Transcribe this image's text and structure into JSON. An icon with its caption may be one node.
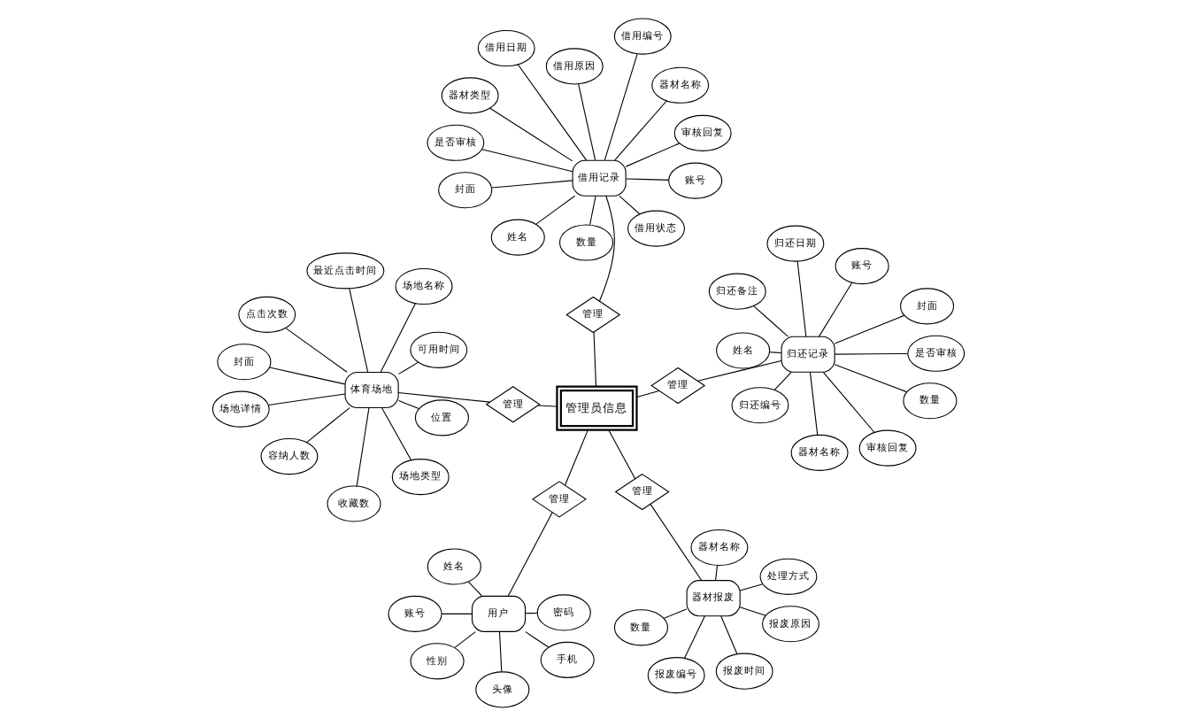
{
  "diagram": {
    "nodes": [
      {
        "text": [
          "管理员信息"
        ]
      },
      {
        "text": [
          "用户"
        ]
      },
      {
        "text": [
          "管理"
        ]
      },
      {
        "text": [
          "姓名"
        ]
      },
      {
        "text": [
          "密码"
        ]
      },
      {
        "text": [
          "账号"
        ]
      },
      {
        "text": [
          "性别"
        ]
      },
      {
        "text": [
          "手机"
        ]
      },
      {
        "text": [
          "头像"
        ]
      },
      {
        "text": [
          "器材报废"
        ]
      },
      {
        "text": [
          "管理"
        ]
      },
      {
        "text": [
          "数量"
        ]
      },
      {
        "text": [
          "报废原因"
        ]
      },
      {
        "text": [
          "处理方式"
        ]
      },
      {
        "text": [
          "器材名称"
        ]
      },
      {
        "text": [
          "报废编号"
        ]
      },
      {
        "text": [
          "报废时间"
        ]
      },
      {
        "text": [
          "借用记录"
        ]
      },
      {
        "text": [
          "管理"
        ]
      },
      {
        "text": [
          "器材类型"
        ]
      },
      {
        "text": [
          "数量"
        ]
      },
      {
        "text": [
          "封面"
        ]
      },
      {
        "text": [
          "器材名称"
        ]
      },
      {
        "text": [
          "借用编号"
        ]
      },
      {
        "text": [
          "借用日期"
        ]
      },
      {
        "text": [
          "借用状态"
        ]
      },
      {
        "text": [
          "审核回复"
        ]
      },
      {
        "text": [
          "是否审核"
        ]
      },
      {
        "text": [
          "姓名"
        ]
      },
      {
        "text": [
          "账号"
        ]
      },
      {
        "text": [
          "借用原因"
        ]
      },
      {
        "text": [
          "体育场地"
        ]
      },
      {
        "text": [
          "管理"
        ]
      },
      {
        "text": [
          "封面"
        ]
      },
      {
        "text": [
          "位置"
        ]
      },
      {
        "text": [
          "场地类型"
        ]
      },
      {
        "text": [
          "可用时间"
        ]
      },
      {
        "text": [
          "场地名称"
        ]
      },
      {
        "text": [
          "容纳人数"
        ]
      },
      {
        "text": [
          "场地详情"
        ]
      },
      {
        "text": [
          "最近点击时间"
        ]
      },
      {
        "text": [
          "点击次数"
        ]
      },
      {
        "text": [
          "收藏数"
        ]
      },
      {
        "text": [
          "归还记录"
        ]
      },
      {
        "text": [
          "管理"
        ]
      },
      {
        "text": [
          "归还编号"
        ]
      },
      {
        "text": [
          "审核回复"
        ]
      },
      {
        "text": [
          "器材名称"
        ]
      },
      {
        "text": [
          "是否审核"
        ]
      },
      {
        "text": [
          "数量"
        ]
      },
      {
        "text": [
          "姓名"
        ]
      },
      {
        "text": [
          "封面"
        ]
      },
      {
        "text": [
          "归还日期"
        ]
      },
      {
        "text": [
          "归还备注"
        ]
      },
      {
        "text": [
          "账号"
        ]
      }
    ],
    "edges": [
      {
        "from": 1,
        "to": 2,
        "arrow": "none"
      },
      {
        "from": 2,
        "to": 0,
        "arrow": "none"
      },
      {
        "from": 1,
        "to": 3,
        "arrow": "none"
      },
      {
        "from": 1,
        "to": 4,
        "arrow": "none"
      },
      {
        "from": 1,
        "to": 5,
        "arrow": "none"
      },
      {
        "from": 1,
        "to": 6,
        "arrow": "none"
      },
      {
        "from": 1,
        "to": 7,
        "arrow": "none"
      },
      {
        "from": 1,
        "to": 8,
        "arrow": "none"
      },
      {
        "from": 9,
        "to": 10,
        "arrow": "none"
      },
      {
        "from": 10,
        "to": 0,
        "arrow": "none"
      },
      {
        "from": 9,
        "to": 11,
        "arrow": "none"
      },
      {
        "from": 9,
        "to": 12,
        "arrow": "none"
      },
      {
        "from": 9,
        "to": 13,
        "arrow": "none"
      },
      {
        "from": 9,
        "to": 14,
        "arrow": "none"
      },
      {
        "from": 9,
        "to": 15,
        "arrow": "none"
      },
      {
        "from": 9,
        "to": 16,
        "arrow": "none"
      },
      {
        "from": 0,
        "to": 18,
        "arrow": "none"
      },
      {
        "from": 18,
        "to": 17,
        "arrow": "none"
      },
      {
        "from": 17,
        "to": 19,
        "arrow": "none"
      },
      {
        "from": 17,
        "to": 20,
        "arrow": "none"
      },
      {
        "from": 17,
        "to": 21,
        "arrow": "none"
      },
      {
        "from": 17,
        "to": 22,
        "arrow": "none"
      },
      {
        "from": 17,
        "to": 23,
        "arrow": "none"
      },
      {
        "from": 17,
        "to": 24,
        "arrow": "none"
      },
      {
        "from": 17,
        "to": 25,
        "arrow": "none"
      },
      {
        "from": 17,
        "to": 26,
        "arrow": "none"
      },
      {
        "from": 17,
        "to": 27,
        "arrow": "none"
      },
      {
        "from": 17,
        "to": 28,
        "arrow": "none"
      },
      {
        "from": 17,
        "to": 29,
        "arrow": "none"
      },
      {
        "from": 17,
        "to": 30,
        "arrow": "none"
      },
      {
        "from": 31,
        "to": 32,
        "arrow": "none"
      },
      {
        "from": 32,
        "to": 0,
        "arrow": "none"
      },
      {
        "from": 31,
        "to": 33,
        "arrow": "none"
      },
      {
        "from": 31,
        "to": 34,
        "arrow": "none"
      },
      {
        "from": 31,
        "to": 35,
        "arrow": "none"
      },
      {
        "from": 31,
        "to": 36,
        "arrow": "none"
      },
      {
        "from": 31,
        "to": 37,
        "arrow": "none"
      },
      {
        "from": 31,
        "to": 38,
        "arrow": "none"
      },
      {
        "from": 31,
        "to": 39,
        "arrow": "none"
      },
      {
        "from": 31,
        "to": 40,
        "arrow": "none"
      },
      {
        "from": 31,
        "to": 41,
        "arrow": "none"
      },
      {
        "from": 31,
        "to": 42,
        "arrow": "none"
      },
      {
        "from": 0,
        "to": 44,
        "arrow": "none"
      },
      {
        "from": 44,
        "to": 43,
        "arrow": "none"
      },
      {
        "from": 43,
        "to": 45,
        "arrow": "none"
      },
      {
        "from": 43,
        "to": 46,
        "arrow": "none"
      },
      {
        "from": 43,
        "to": 47,
        "arrow": "none"
      },
      {
        "from": 43,
        "to": 48,
        "arrow": "none"
      },
      {
        "from": 43,
        "to": 49,
        "arrow": "none"
      },
      {
        "from": 43,
        "to": 50,
        "arrow": "none"
      },
      {
        "from": 43,
        "to": 51,
        "arrow": "none"
      },
      {
        "from": 43,
        "to": 52,
        "arrow": "none"
      },
      {
        "from": 43,
        "to": 53,
        "arrow": "none"
      },
      {
        "from": 43,
        "to": 54,
        "arrow": "none"
      }
    ]
  }
}
